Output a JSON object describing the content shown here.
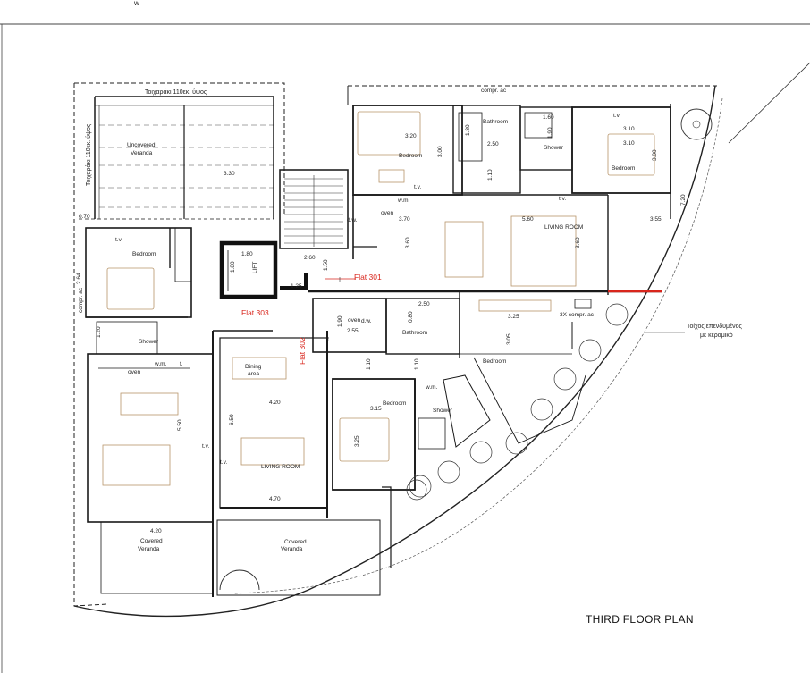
{
  "title": "THIRD FLOOR PLAN",
  "top_mark": "w",
  "flats": {
    "f301": "Flat 301",
    "f302": "Flat 302",
    "f303": "Flat 303"
  },
  "notes": {
    "wall_top": "Τοιχαράκι 110εκ. ύψος",
    "wall_side": "Τοιχαράκι 110εκ. ύψος",
    "wall_clad_1": "Τοίχος επενδυμένος",
    "wall_clad_2": "με κεραμικό"
  },
  "rooms": {
    "uncovered_veranda_1": "Uncovered",
    "uncovered_veranda_2": "Veranda",
    "bedroom_nw": "Bedroom",
    "shower_w": "Shower",
    "bedroom_n1": "Bedroom",
    "bathroom_n": "Bathroom",
    "shower_n": "Shower",
    "bedroom_ne": "Bedroom",
    "living_301": "LIVING ROOM",
    "bathroom_302": "Bathroom",
    "bedroom_302a": "Bedroom",
    "bedroom_302b": "Bedroom",
    "shower_302": "Shower",
    "dining_1": "Dining",
    "dining_2": "area",
    "living_303": "LIVING ROOM",
    "covered_veranda_w1": "Covered",
    "covered_veranda_w2": "Veranda",
    "covered_veranda_c1": "Covered",
    "covered_veranda_c2": "Veranda",
    "lift": "LIFT"
  },
  "fixtures": {
    "tv": "t.v.",
    "oven": "oven",
    "dw": "d.w.",
    "wm": "w.m.",
    "f": "f.",
    "compr_ac": "compr. ac",
    "compr_ac_3x": "3X compr. ac"
  },
  "dims": {
    "d330": "3.30",
    "d070": "0.70",
    "d264": "2.64",
    "d120": "1.20",
    "d180a": "1.80",
    "d180b": "1.80",
    "d260": "2.60",
    "d150": "1.50",
    "d125": "1.25",
    "d320": "3.20",
    "d300": "3.00",
    "d180c": "1.80",
    "d250a": "2.50",
    "d110a": "1.10",
    "d160": "1.60",
    "d190a": "1.90",
    "d310a": "3.10",
    "d310b": "3.10",
    "d300b": "3.00",
    "d720": "7.20",
    "d370": "3.70",
    "d560": "5.60",
    "d355": "3.55",
    "d360a": "3.60",
    "d360b": "3.60",
    "d190b": "1.90",
    "d255": "2.55",
    "d080": "0.80",
    "d250b": "2.50",
    "d325a": "3.25",
    "d305": "3.05",
    "d110b": "1.10",
    "d110c": "1.10",
    "d315": "3.15",
    "d325b": "3.25",
    "d420a": "4.20",
    "d650": "6.50",
    "d470": "4.70",
    "d420b": "4.20",
    "d550": "5.50"
  },
  "colors": {
    "ink": "#1a1a1a",
    "furniture": "#b8956a",
    "accent": "#d9251c"
  }
}
